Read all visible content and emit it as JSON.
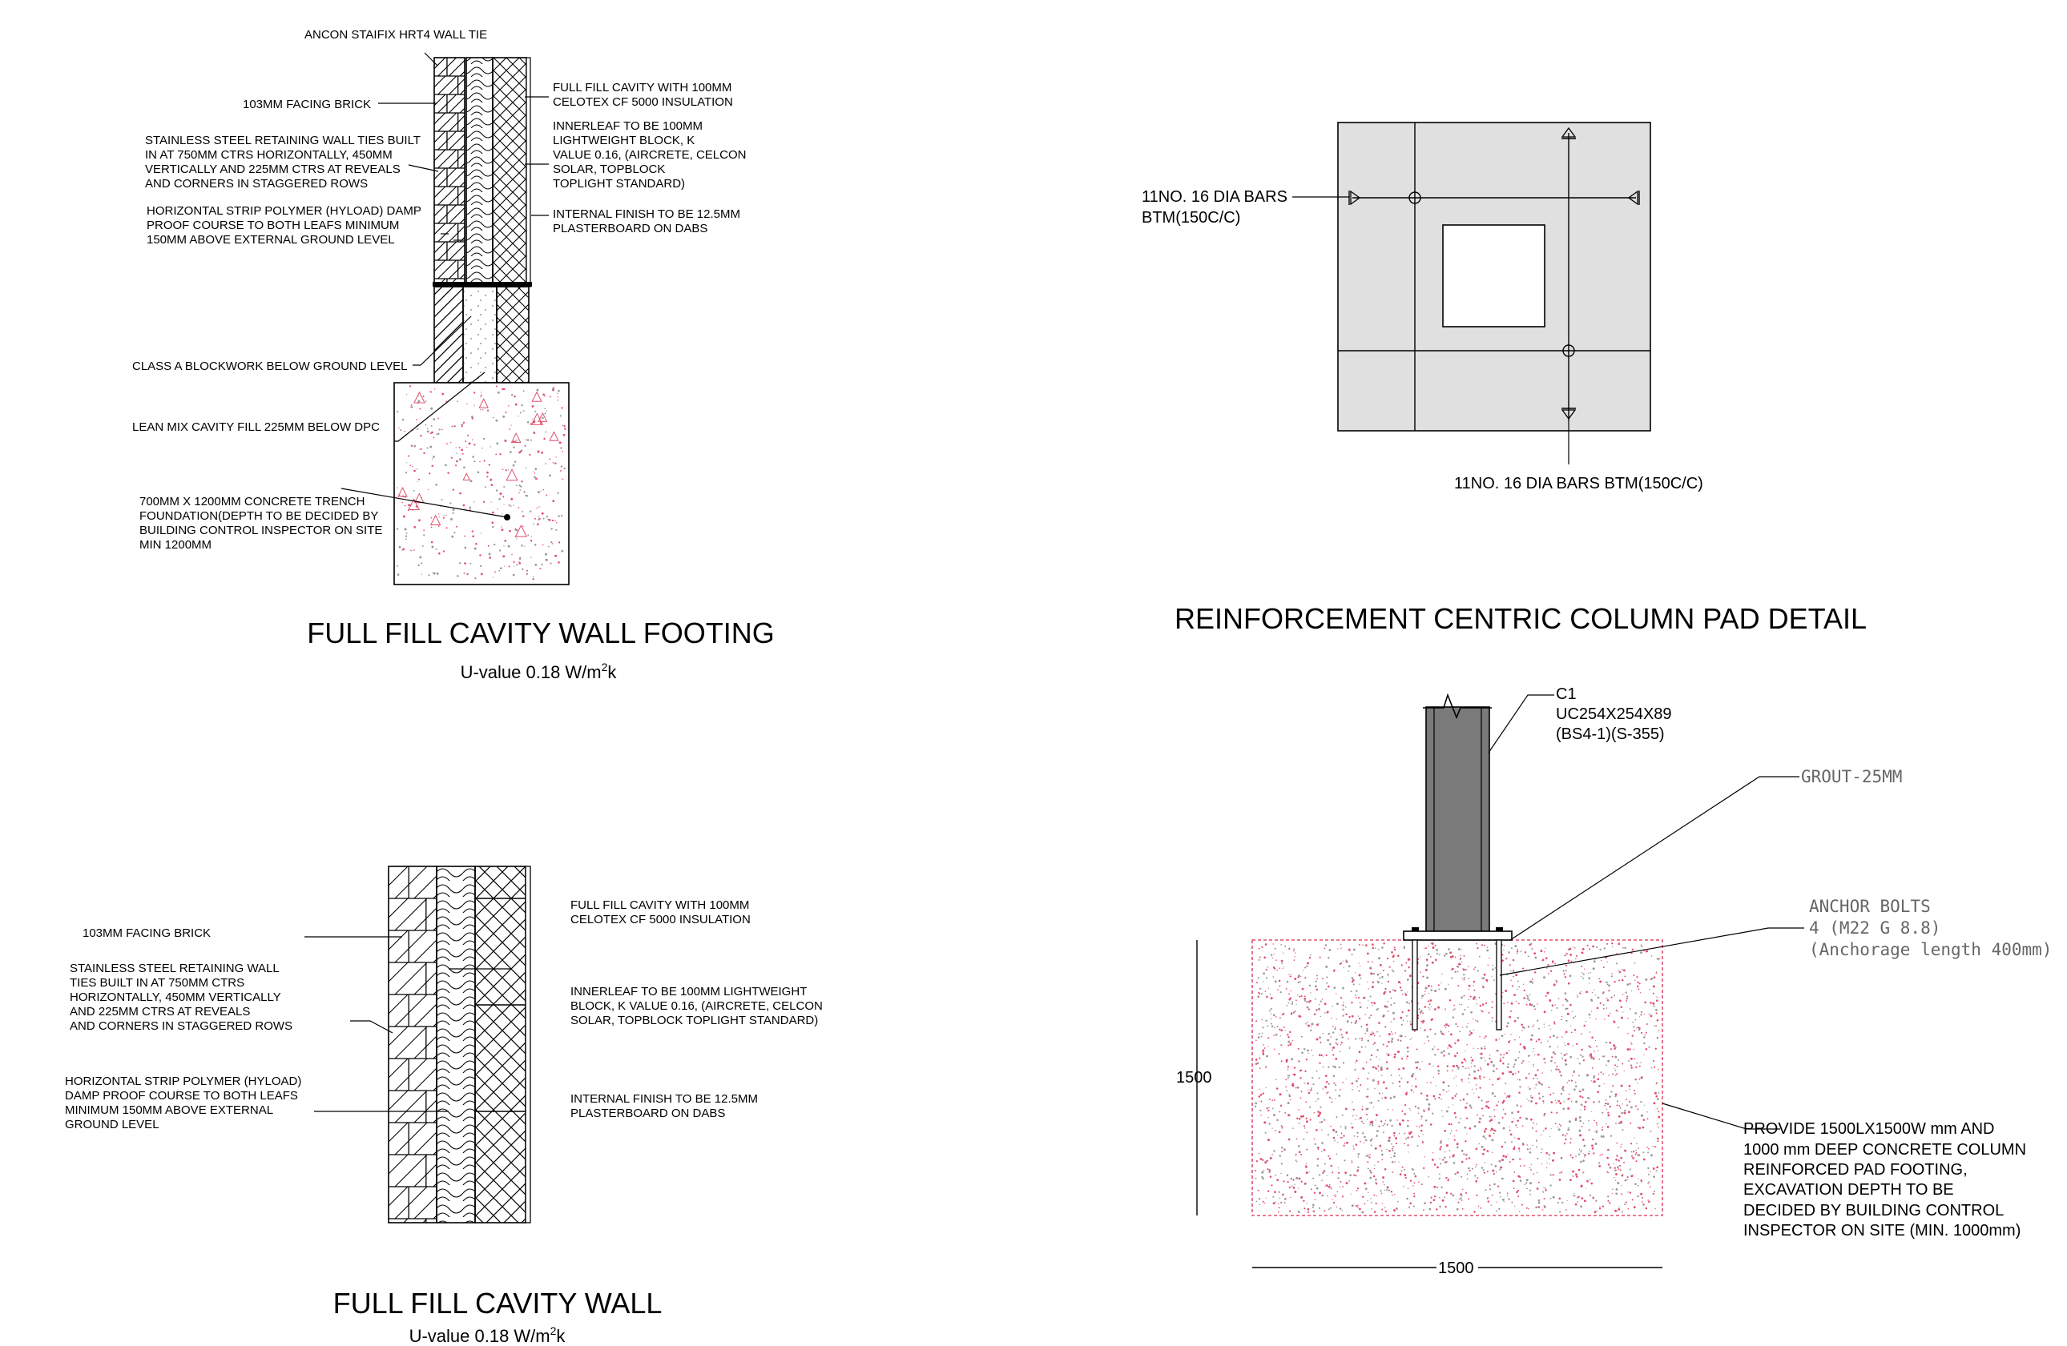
{
  "wall_footing": {
    "labels": {
      "wall_tie": "ANCON STAIFIX HRT4 WALL TIE",
      "facing_brick": "103MM FACING BRICK",
      "ties_1": "STAINLESS STEEL RETAINING WALL TIES BUILT",
      "ties_2": "IN AT 750MM CTRS HORIZONTALLY, 450MM",
      "ties_3": "VERTICALLY AND 225MM CTRS AT REVEALS",
      "ties_4": "AND CORNERS IN STAGGERED ROWS",
      "dpc_1": "HORIZONTAL STRIP POLYMER (HYLOAD) DAMP",
      "dpc_2": "PROOF COURSE TO BOTH LEAFS MINIMUM",
      "dpc_3": "150MM ABOVE EXTERNAL GROUND LEVEL",
      "blockwork": "CLASS A BLOCKWORK BELOW GROUND LEVEL",
      "lean_mix": "LEAN MIX CAVITY FILL 225MM BELOW DPC",
      "trench_1": "700MM X 1200MM CONCRETE TRENCH",
      "trench_2": "FOUNDATION(DEPTH TO BE DECIDED BY",
      "trench_3": "BUILDING CONTROL INSPECTOR ON SITE",
      "trench_4": "MIN 1200MM",
      "cavity_1": "FULL FILL CAVITY WITH 100MM",
      "cavity_2": "CELOTEX CF 5000 INSULATION",
      "inner_1": "INNERLEAF TO BE 100MM",
      "inner_2": "LIGHTWEIGHT BLOCK, K",
      "inner_3": "VALUE 0.16, (AIRCRETE, CELCON",
      "inner_4": "SOLAR, TOPBLOCK",
      "inner_5": "TOPLIGHT STANDARD)",
      "finish_1": "INTERNAL FINISH TO BE 12.5MM",
      "finish_2": "PLASTERBOARD ON DABS"
    },
    "title": "FULL FILL CAVITY WALL FOOTING",
    "uvalue": {
      "prefix": "U-value 0.18 W/m",
      "sup": "2",
      "suffix": "k"
    }
  },
  "cavity_wall": {
    "labels": {
      "facing_brick": "103MM FACING BRICK",
      "ties_1": "STAINLESS STEEL RETAINING WALL",
      "ties_2": "TIES BUILT IN AT 750MM CTRS",
      "ties_3": "HORIZONTALLY, 450MM VERTICALLY",
      "ties_4": "AND 225MM CTRS AT REVEALS",
      "ties_5": "AND CORNERS IN STAGGERED ROWS",
      "dpc_1": "HORIZONTAL STRIP POLYMER (HYLOAD)",
      "dpc_2": "DAMP PROOF COURSE TO BOTH LEAFS",
      "dpc_3": "MINIMUM 150MM ABOVE EXTERNAL",
      "dpc_4": "GROUND LEVEL",
      "cavity_1": "FULL FILL CAVITY WITH 100MM",
      "cavity_2": "CELOTEX CF 5000 INSULATION",
      "inner_1": "INNERLEAF TO BE 100MM LIGHTWEIGHT",
      "inner_2": "BLOCK, K VALUE 0.16, (AIRCRETE, CELCON",
      "inner_3": "SOLAR, TOPBLOCK TOPLIGHT STANDARD)",
      "finish_1": "INTERNAL FINISH TO BE 12.5MM",
      "finish_2": "PLASTERBOARD ON DABS"
    },
    "title": "FULL FILL CAVITY WALL",
    "uvalue": {
      "prefix": "U-value 0.18 W/m",
      "sup": "2",
      "suffix": "k"
    }
  },
  "column_pad_plan": {
    "bars_left_1": "11NO. 16 DIA BARS",
    "bars_left_2": "BTM(150C/C)",
    "bars_bottom": "11NO. 16 DIA BARS BTM(150C/C)",
    "title": "REINFORCEMENT CENTRIC COLUMN PAD DETAIL"
  },
  "column_pad_section": {
    "column_id": "C1",
    "column_size": "UC254X254X89",
    "column_spec": "(BS4-1)(S-355)",
    "grout": "GROUT-25MM",
    "anchor_1": "ANCHOR BOLTS",
    "anchor_2": "4 (M22 G 8.8)",
    "anchor_3": "(Anchorage length 400mm)",
    "note_1": "PROVIDE 1500LX1500W mm AND",
    "note_2": "1000 mm DEEP CONCRETE COLUMN",
    "note_3": "REINFORCED PAD FOOTING,",
    "note_4": "EXCAVATION DEPTH TO BE",
    "note_5": "DECIDED BY BUILDING CONTROL",
    "note_6": "INSPECTOR ON SITE (MIN. 1000mm)",
    "dim_height": "1500",
    "dim_width": "1500"
  },
  "colors": {
    "line": "#000000",
    "pad_fill": "#e0e0e0",
    "steel": "#7a7a7a",
    "concrete_speck": "#e0506e",
    "cad_text": "#666666"
  }
}
